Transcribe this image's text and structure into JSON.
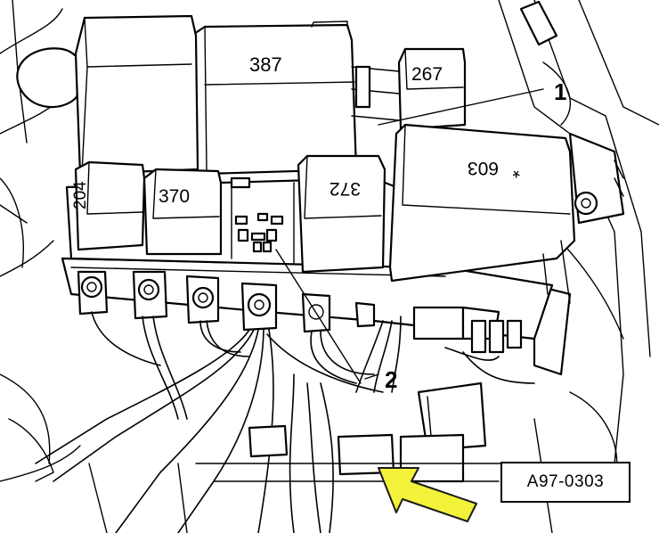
{
  "diagram": {
    "relays": [
      {
        "id": "387",
        "label": "387"
      },
      {
        "id": "267",
        "label": "267"
      },
      {
        "id": "204",
        "label": "204"
      },
      {
        "id": "370",
        "label": "370"
      },
      {
        "id": "372",
        "label": "372"
      },
      {
        "id": "603",
        "label": "603",
        "mark": "*"
      }
    ],
    "callouts": [
      {
        "id": "1",
        "label": "1"
      },
      {
        "id": "2",
        "label": "2"
      }
    ],
    "reference_code": "A97-0303",
    "colors": {
      "line": "#000000",
      "background": "#ffffff",
      "arrow_fill": "#f2f23a",
      "arrow_stroke": "#1a1a1a"
    },
    "icons": {
      "pointer": "yellow-arrow-icon"
    }
  }
}
